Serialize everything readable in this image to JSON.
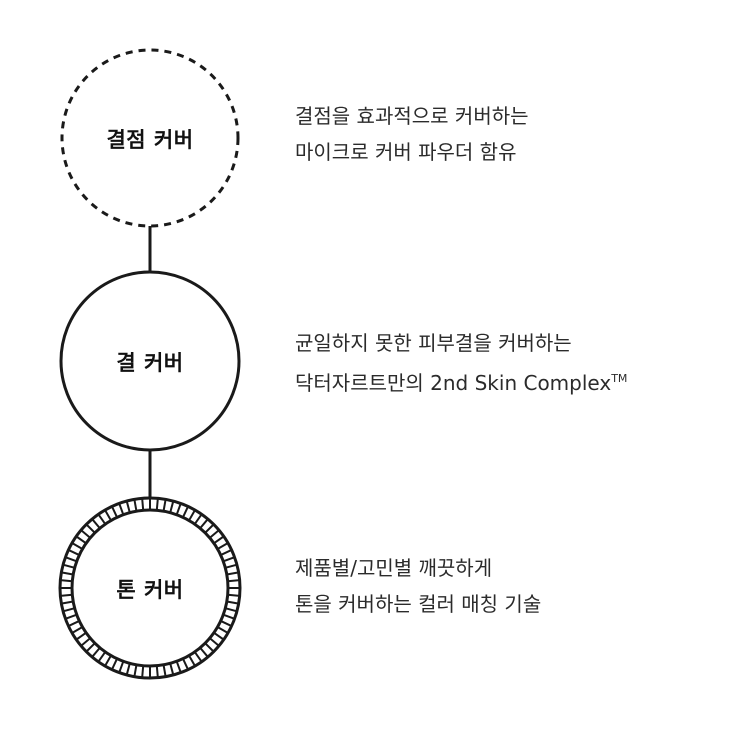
{
  "colors": {
    "stroke": "#1a1a1a",
    "text": "#2b2b2b",
    "background": "#ffffff"
  },
  "nodes": [
    {
      "label": "결점 커버",
      "style": "dashed",
      "description": [
        "결점을 효과적으로 커버하는",
        "마이크로 커버 파우더 함유"
      ]
    },
    {
      "label": "결 커버",
      "style": "solid",
      "description": [
        "균일하지 못한 피부결을 커버하는",
        "닥터자르트만의 2nd Skin Complex"
      ],
      "trademark": "TM"
    },
    {
      "label": "톤 커버",
      "style": "hatched",
      "description": [
        "제품별/고민별 깨끗하게",
        "톤을 커버하는 컬러 매칭 기술"
      ]
    }
  ]
}
